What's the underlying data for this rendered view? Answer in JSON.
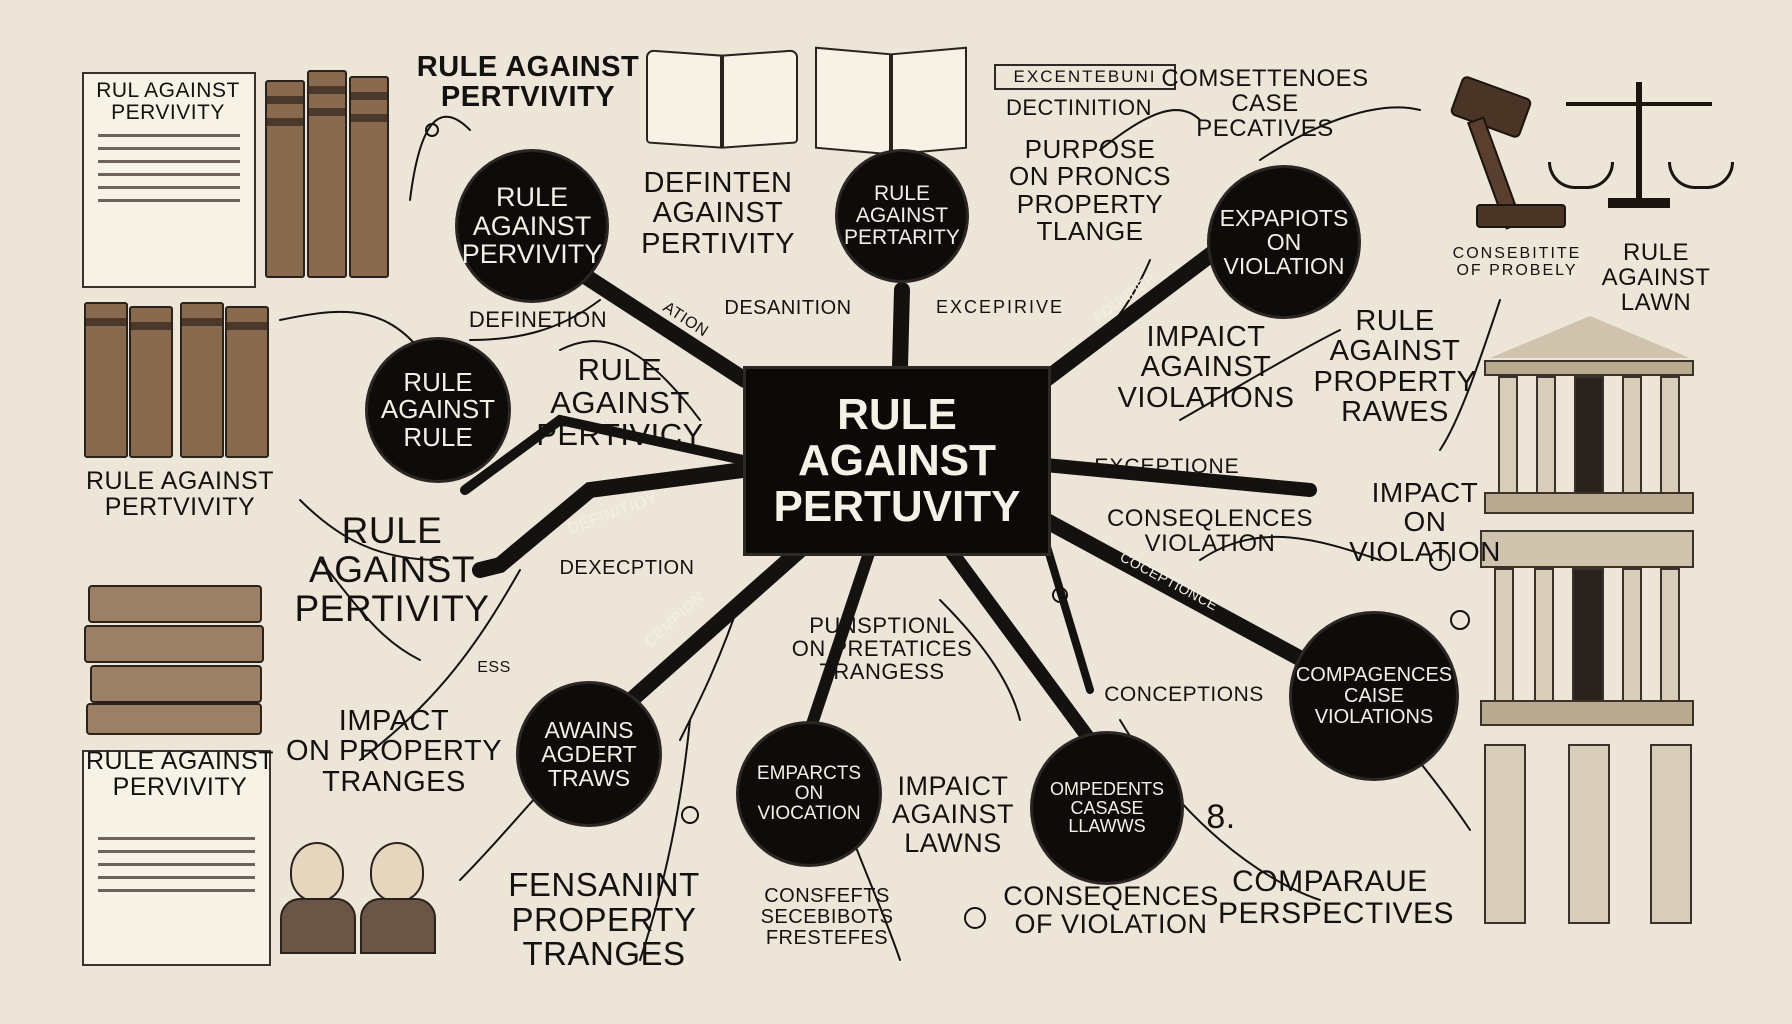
{
  "center": {
    "title": "RULE\nAGAINST\nPERTUVITY"
  },
  "nodes": {
    "n1": "RULE\nAGAINST\nPERVIVITY",
    "n2": "RULE\nAGAINST\nPERTARITY",
    "n3": "EXPAPIOTS\nON\nVIOLATION",
    "n4": "RULE\nAGAINST\nRULE",
    "n5": "AWAINS\nAGDERT\nTRAWS",
    "n6": "EMPARCTS\nON\nVIOCATION",
    "n7": "OMPEDENTS\nCASASE\nLLAWWS",
    "n8": "COMPAGENCES\nCAISE\nVIOLATIONS"
  },
  "labels": {
    "top_left_doc": "RUL AGAINST\nPERVIVITY",
    "top_heading": "RULE AGAINST\nPERTVIVITY",
    "defin_against": "DEFINTEN\nAGAINST\nPERTIVITY",
    "excenter": "EXCENTEBUNI",
    "dectinition": "DECTINITION",
    "comsettenoes": "COMSETTENOES\nCASE PECATIVES",
    "purpose": "PURPOSE\nON PRONCS\nPROPERTY\nTLANGE",
    "consebrite": "CONSEBITITE\nOF PROBELY",
    "rule_law": "RULE\nAGAINST\nLAWN",
    "definetion": "DEFINETION",
    "desanition": "DESANITION",
    "excepirive": "EXCEPIRIVE",
    "impiact": "IMPAICT\nAGAINST\nVIOLATIONS",
    "rule_property": "RULE\nAGAINST\nPROPERTY\nRAWES",
    "rule_pertivicy": "RULE\nAGAINST\nPERTIVICY",
    "rule_left_mid": "RULE AGAINST\nPERTVIVITY",
    "rule_big_left": "RULE\nAGAINST\nPERTIVITY",
    "exceptione": "EXCEPTIONE",
    "consequences_violation": "CONSEQLENCES\nVIOLATION",
    "impact_violation": "IMPACT\nON\nVIOLATION",
    "dexecption": "DEXECPTION",
    "punsptionl": "PUNSPTIONL\nON PRETATICES\nTRANGESS",
    "impact_property": "IMPACT\nON PROPERTY\nTRANGES",
    "rule_lower_left": "RULE AGAINST\nPERVIVITY",
    "impact_laws": "IMPAICT\nAGAINST\nLAWNS",
    "conceptions": "CONCEPTIONS",
    "fensanint": "FENSANINT\nPROPERTY\nTRANGES",
    "consferfts": "CONSFEFTS\nSECEBIBOTS\nFRESTEFES",
    "consequences_of": "CONSEQENCES\nOF VIOLATION",
    "number_eight": "8.",
    "comparaue": "COMPARAUE\nPERSPECTIVES",
    "ess": "ESS"
  },
  "branch_labels": {
    "b1": "ATION",
    "b2": "DEFINITIOY",
    "b3": "CEMPION",
    "b4": "FOUNDER",
    "b5": "COCEPTIONCE"
  },
  "icons": [
    "document-icon",
    "books-icon",
    "open-book-icon",
    "gavel-icon",
    "scales-icon",
    "courthouse-icon",
    "columns-icon",
    "people-icon"
  ],
  "colors": {
    "background": "#ede6d8",
    "ink": "#141210",
    "node": "#0e0c0b"
  }
}
